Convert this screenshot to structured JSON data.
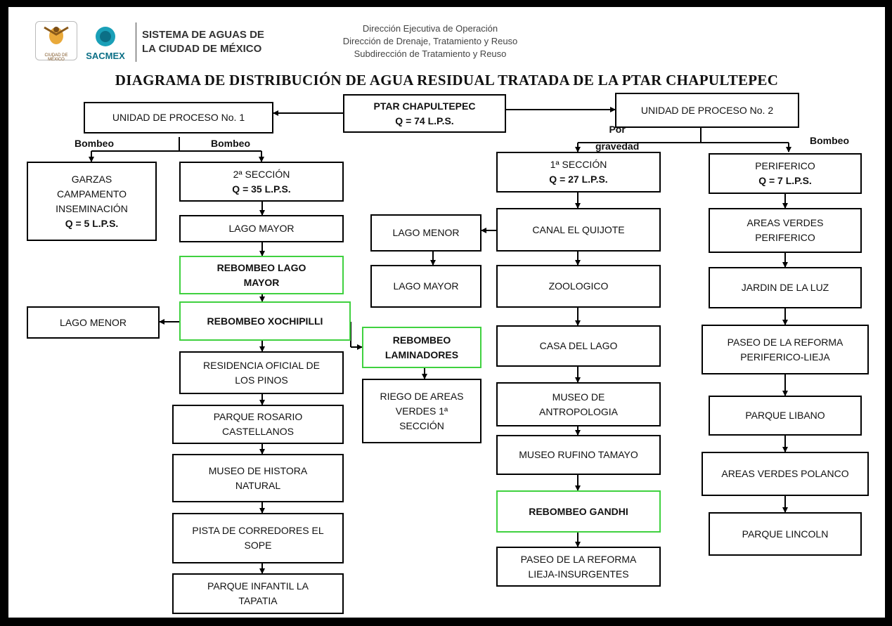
{
  "header": {
    "logo1_text": "CIUDAD DE MÉXICO",
    "logo2_text": "SACMEX",
    "org_name": "SISTEMA DE AGUAS DE\nLA CIUDAD DE MÉXICO",
    "dept_lines": "Dirección Ejecutiva de Operación\nDirección de Drenaje, Tratamiento y Reuso\nSubdirección de Tratamiento y Reuso"
  },
  "title": "DIAGRAMA DE DISTRIBUCIÓN DE AGUA RESIDUAL TRATADA DE LA PTAR CHAPULTEPEC",
  "source": {
    "name": "PTAR CHAPULTEPEC",
    "flow": "Q = 74 L.P.S."
  },
  "unit1": {
    "label": "UNIDAD DE PROCESO No. 1",
    "branch_left": "Bombeo",
    "branch_right": "Bombeo",
    "garzas": {
      "line1": "GARZAS\nCAMPAMENTO\nINSEMINACIÓN",
      "flow": "Q = 5 L.P.S."
    },
    "seccion2": {
      "name": "2ª SECCIÓN",
      "flow": "Q = 35 L.P.S."
    },
    "lago_mayor": "LAGO MAYOR",
    "rebombeo_lago_mayor": "REBOMBEO LAGO\nMAYOR",
    "rebombeo_xochipilli": "REBOMBEO XOCHIPILLI",
    "lago_menor": "LAGO MENOR",
    "rebombeo_laminadores": "REBOMBEO\nLAMINADORES",
    "riego": "RIEGO DE AREAS\nVERDES 1ª\nSECCIÓN",
    "residencia": "RESIDENCIA OFICIAL DE\nLOS PINOS",
    "rosario": "PARQUE ROSARIO\nCASTELLANOS",
    "museo_historia": "MUSEO DE HISTORA\nNATURAL",
    "pista": "PISTA DE CORREDORES EL\nSOPE",
    "infantil": "PARQUE INFANTIL LA\nTAPATIA"
  },
  "unit2": {
    "label": "UNIDAD DE PROCESO No. 2",
    "branch_left": "Por\ngravedad",
    "branch_right": "Bombeo",
    "seccion1": {
      "name": "1ª SECCIÓN",
      "flow": "Q = 27 L.P.S."
    },
    "canal": "CANAL EL QUIJOTE",
    "lago_menor": "LAGO MENOR",
    "lago_mayor": "LAGO MAYOR",
    "zoologico": "ZOOLOGICO",
    "casa_lago": "CASA DEL LAGO",
    "museo_antropologia": "MUSEO DE\nANTROPOLOGIA",
    "museo_tamayo": "MUSEO RUFINO TAMAYO",
    "rebombeo_gandhi": "REBOMBEO GANDHI",
    "paseo_lieja": "PASEO DE LA REFORMA\nLIEJA-INSURGENTES",
    "periferico": {
      "name": "PERIFERICO",
      "flow": "Q = 7 L.P.S."
    },
    "areas_verdes_periferico": "AREAS VERDES\nPERIFERICO",
    "jardin_luz": "JARDIN DE LA LUZ",
    "paseo_periferico": "PASEO DE LA REFORMA\nPERIFERICO-LIEJA",
    "libano": "PARQUE LIBANO",
    "polanco": "AREAS VERDES POLANCO",
    "lincoln": "PARQUE LINCOLN"
  }
}
